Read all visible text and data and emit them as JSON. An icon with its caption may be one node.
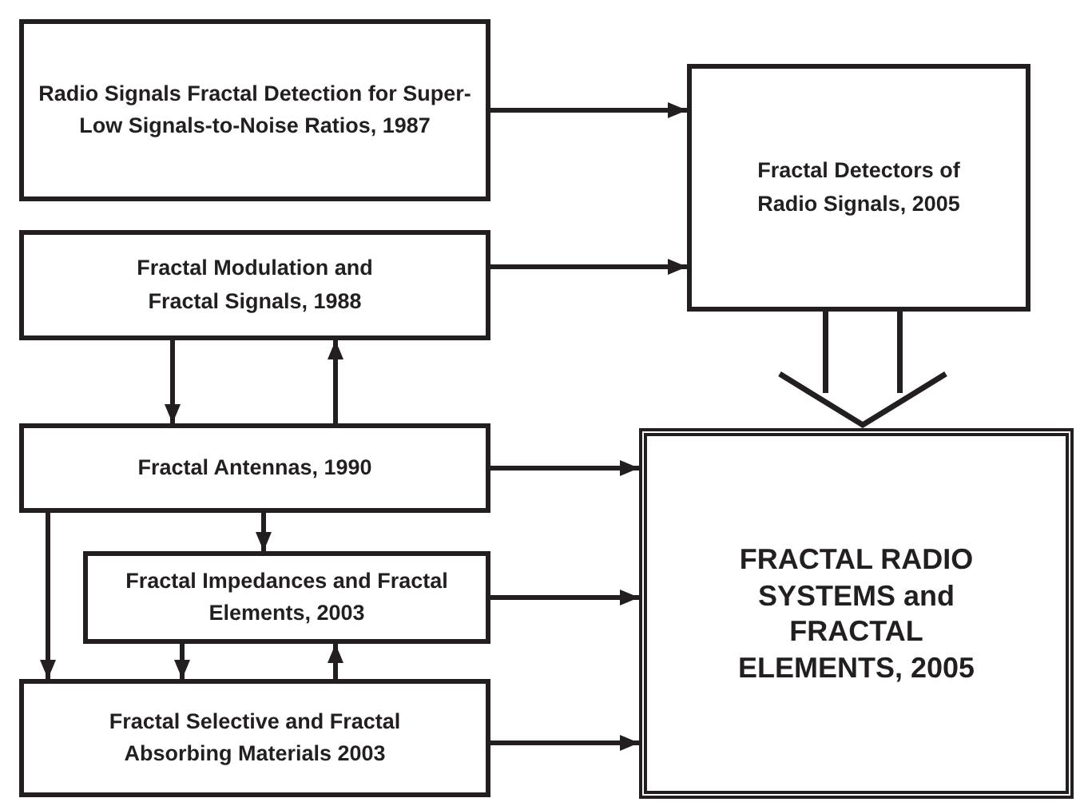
{
  "diagram": {
    "nodes": [
      {
        "text": [
          "Radio Signals Fractal Detection for Super-Low Signals-to-Noise Ratios, 1987"
        ]
      },
      {
        "text": [
          "Fractal Modulation and Fractal Signals, 1988"
        ]
      },
      {
        "text": [
          "Fractal Antennas, 1990"
        ]
      },
      {
        "text": [
          "Fractal Impedances and Fractal Elements, 2003"
        ]
      },
      {
        "text": [
          "Fractal Selective and Fractal Absorbing Materials 2003"
        ]
      },
      {
        "text": [
          "Fractal Detectors of Radio Signals, 2005"
        ]
      },
      {
        "text": [
          "FRACTAL RADIO SYSTEMS and FRACTAL ELEMENTS, 2005"
        ]
      }
    ],
    "edges": [
      {
        "from": 0,
        "to": 5,
        "arrow": "to"
      },
      {
        "from": 1,
        "to": 5,
        "arrow": "to"
      },
      {
        "from": 1,
        "to": 2,
        "arrow": "to"
      },
      {
        "from": 2,
        "to": 1,
        "arrow": "to"
      },
      {
        "from": 2,
        "to": 6,
        "arrow": "to"
      },
      {
        "from": 2,
        "to": 3,
        "arrow": "to"
      },
      {
        "from": 2,
        "to": 4,
        "arrow": "to"
      },
      {
        "from": 3,
        "to": 4,
        "arrow": "to"
      },
      {
        "from": 4,
        "to": 3,
        "arrow": "to"
      },
      {
        "from": 3,
        "to": 6,
        "arrow": "to"
      },
      {
        "from": 4,
        "to": 6,
        "arrow": "to"
      },
      {
        "from": 5,
        "to": 6,
        "arrow": "to",
        "style": "thick"
      }
    ]
  }
}
